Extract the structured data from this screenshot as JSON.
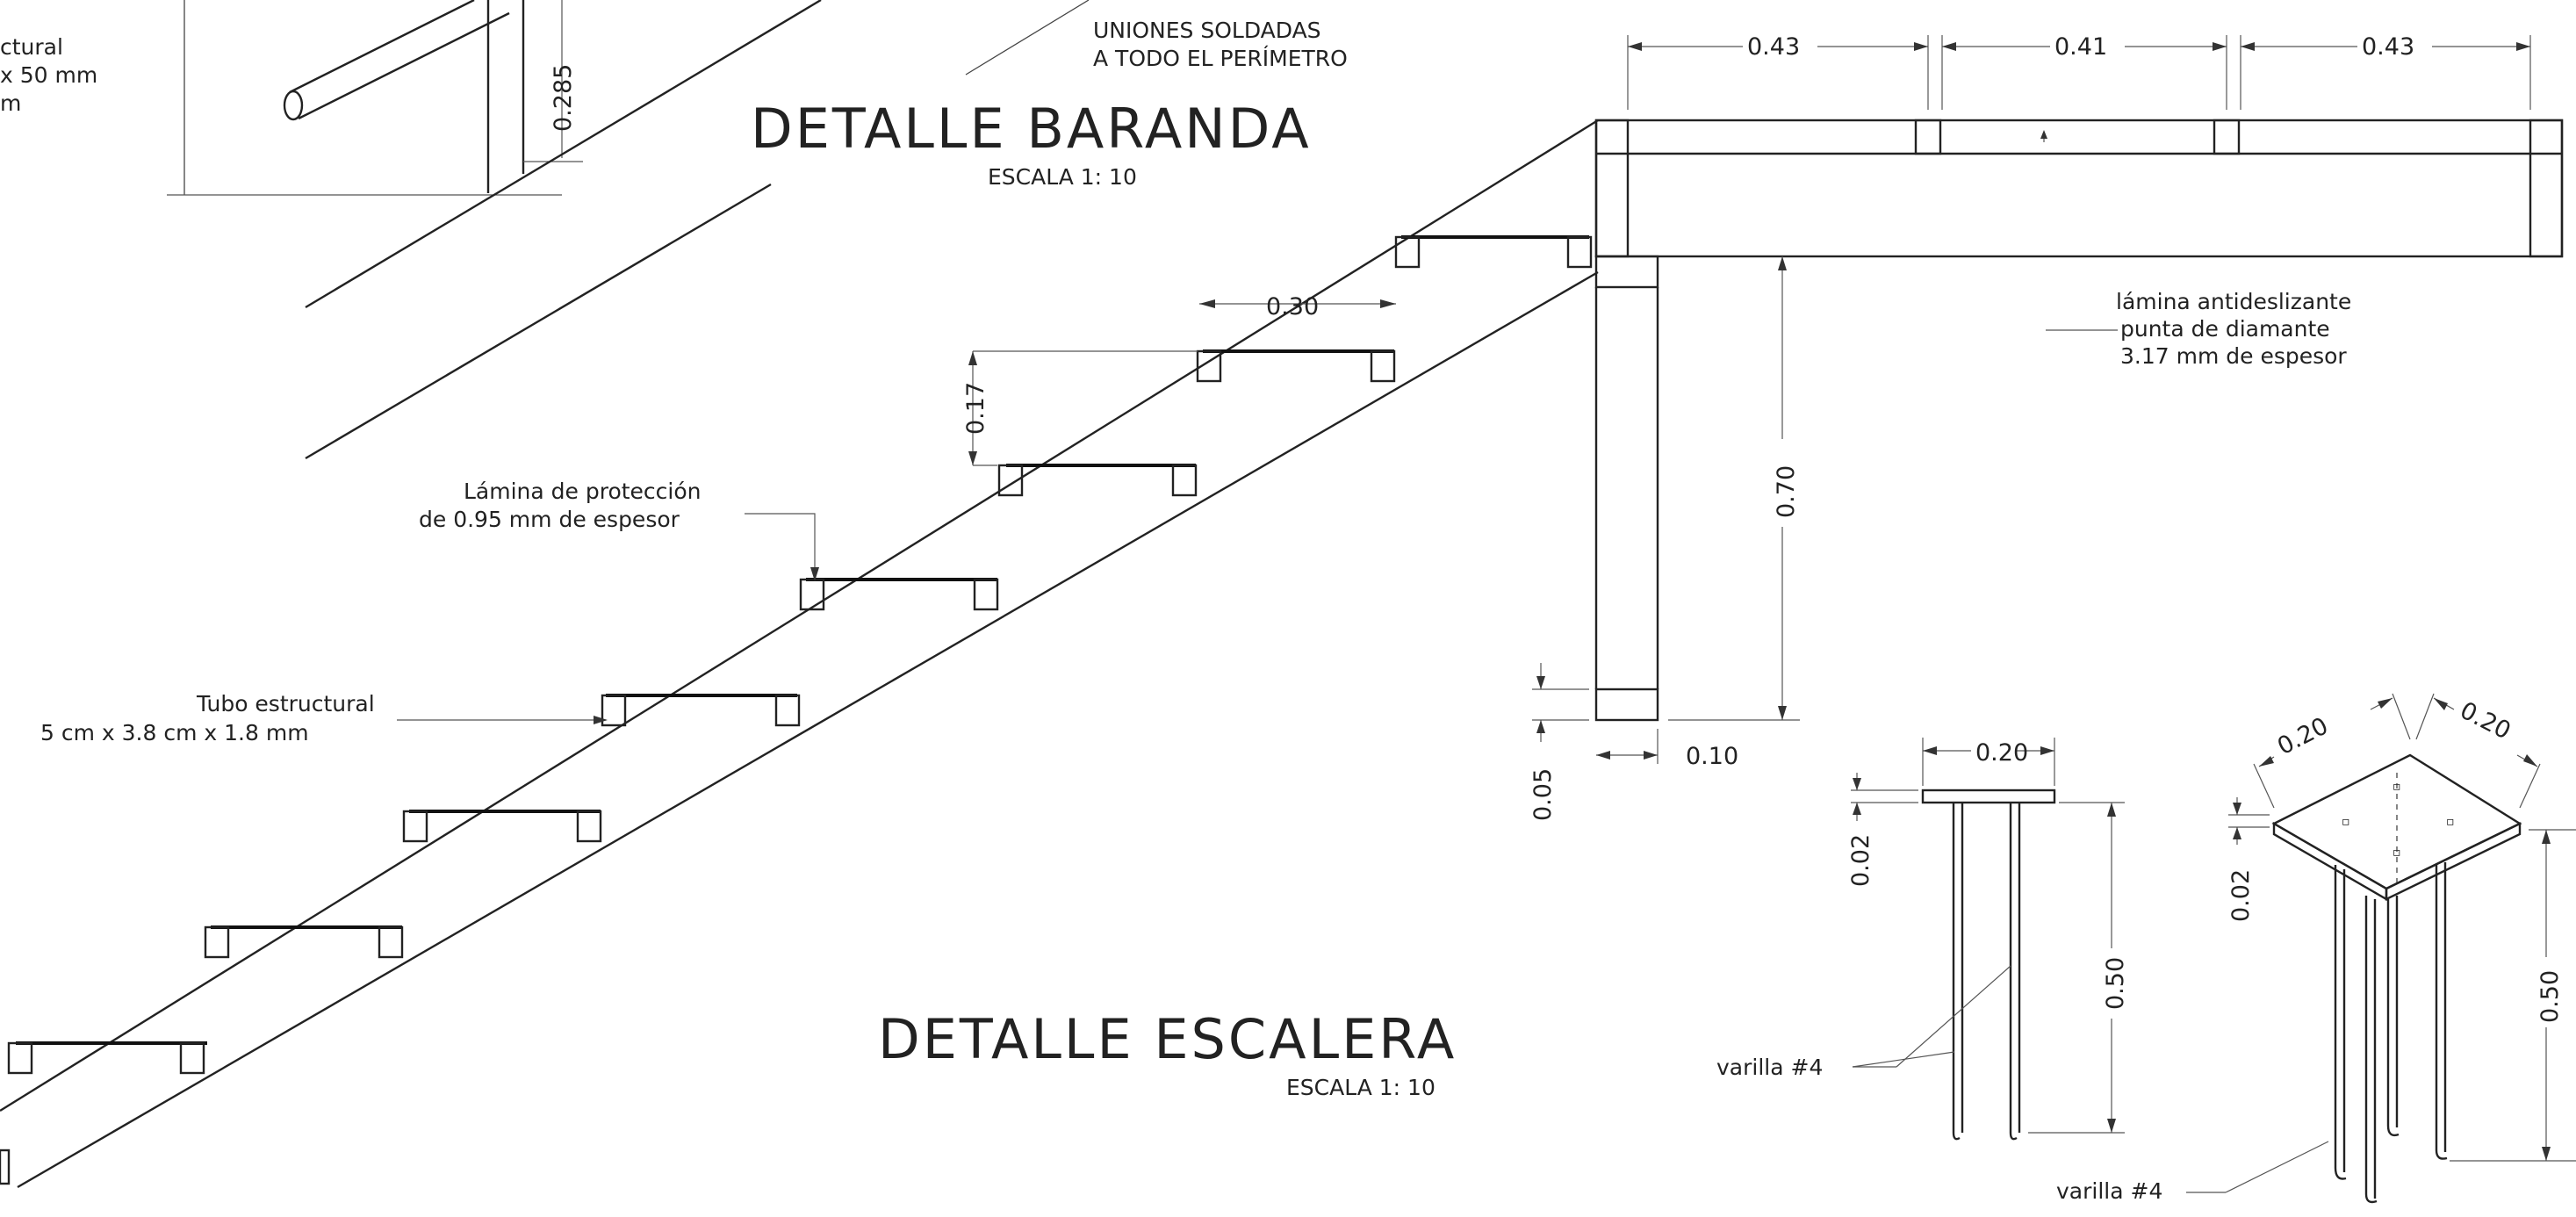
{
  "drawings": {
    "baranda": {
      "title": "DETALLE BARANDA",
      "scale": "ESCALA 1: 10",
      "weld_note": [
        "UNIONES SOLDADAS",
        "A TODO EL PERÍMETRO"
      ],
      "partial_note": [
        "ctural",
        "x 50 mm",
        "m"
      ],
      "dim_height": "0.285"
    },
    "escalera": {
      "title": "DETALLE ESCALERA",
      "scale": "ESCALA 1: 10",
      "dim_tread": "0.30",
      "dim_riser": "0.17",
      "note_lamina": [
        "Lámina de protección",
        "de 0.95 mm de espesor"
      ],
      "note_tubo": [
        "Tubo estructural",
        "5 cm x 3.8 cm x 1.8 mm"
      ]
    },
    "platform": {
      "dims_top": [
        "0.43",
        "0.41",
        "0.43"
      ],
      "dim_height": "0.70",
      "dim_base_height": "0.05",
      "dim_base_width": "0.10",
      "note_lamina": [
        "lámina antideslizante",
        "punta de diamante",
        "3.17 mm de espesor"
      ]
    },
    "anchor_front": {
      "dim_width": "0.20",
      "dim_plate": "0.02",
      "dim_length": "0.50",
      "label": "varilla #4"
    },
    "anchor_iso": {
      "dim_width_a": "0.20",
      "dim_width_b": "0.20",
      "dim_plate": "0.02",
      "dim_length": "0.50",
      "label": "varilla #4"
    }
  }
}
